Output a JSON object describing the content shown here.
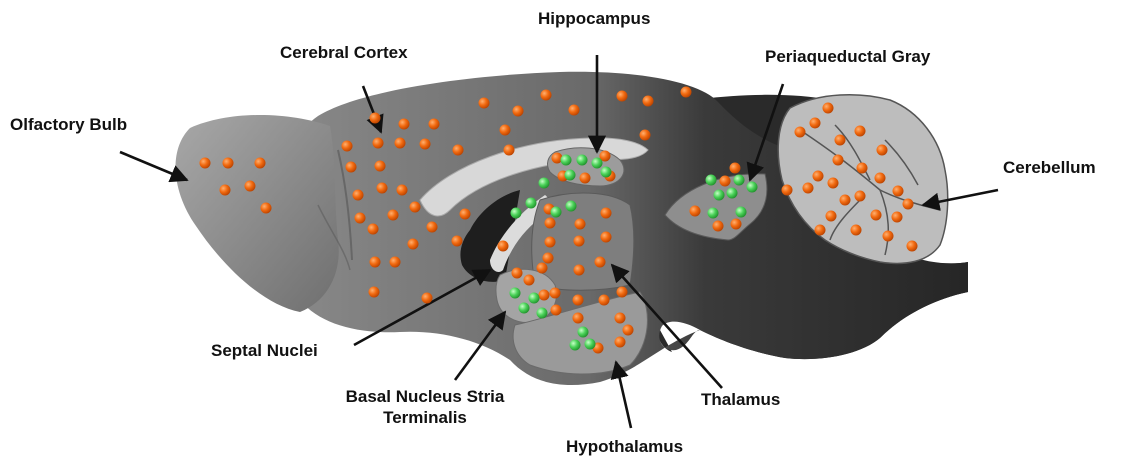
{
  "labels": {
    "olfactory_bulb": "Olfactory Bulb",
    "cerebral_cortex": "Cerebral Cortex",
    "hippocampus": "Hippocampus",
    "periaqueductal_gray": "Periaqueductal Gray",
    "cerebellum": "Cerebellum",
    "septal_nuclei": "Septal Nuclei",
    "bnst_line1": "Basal Nucleus Stria",
    "bnst_line2": "Terminalis",
    "thalamus": "Thalamus",
    "hypothalamus": "Hypothalamus"
  },
  "colors": {
    "orange_dot": "#f26a10",
    "green_dot": "#4cd35a",
    "brain_dark": "#2f2f2f",
    "brain_mid": "#6b6b6b",
    "brain_light": "#9a9a9a",
    "arrow": "#111111"
  }
}
